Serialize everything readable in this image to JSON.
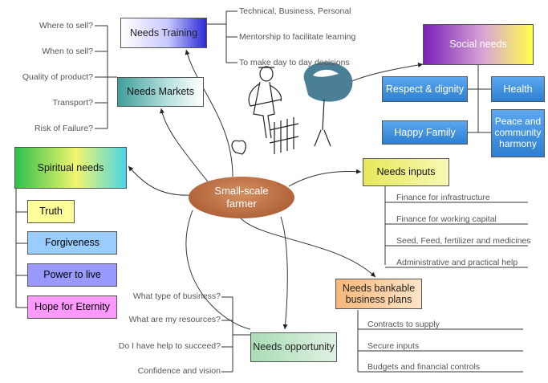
{
  "center": {
    "line1": "Small-scale",
    "line2": "farmer"
  },
  "training": {
    "title": "Needs Training",
    "items": [
      "Technical, Business, Personal",
      "Mentorship to facilitate learning",
      "To make day to day decisions"
    ]
  },
  "markets": {
    "title": "Needs Markets",
    "items": [
      "Where to sell?",
      "When to sell?",
      "Quality of product?",
      "Transport?",
      "Risk of Failure?"
    ]
  },
  "spiritual": {
    "title": "Spiritual needs",
    "items": [
      "Truth",
      "Forgiveness",
      "Power to live",
      "Hope for Eternity"
    ]
  },
  "social": {
    "title": "Social needs",
    "items": [
      "Respect & dignity",
      "Health",
      "Happy Family",
      "Peace and community harmony"
    ]
  },
  "inputs": {
    "title": "Needs inputs",
    "items": [
      "Finance for infrastructure",
      "Finance for working capital",
      "Seed, Feed, fertilizer and medicines",
      "Administrative and practical help"
    ]
  },
  "bankable": {
    "title": "Needs bankable business plans",
    "items": [
      "Contracts to supply",
      "Secure inputs",
      "Budgets and financial controls"
    ]
  },
  "opportunity": {
    "title": "Needs opportunity",
    "items": [
      "What type of business?",
      "What are my resources?",
      "Do I have help to succeed?",
      "Confidence and vision"
    ]
  }
}
